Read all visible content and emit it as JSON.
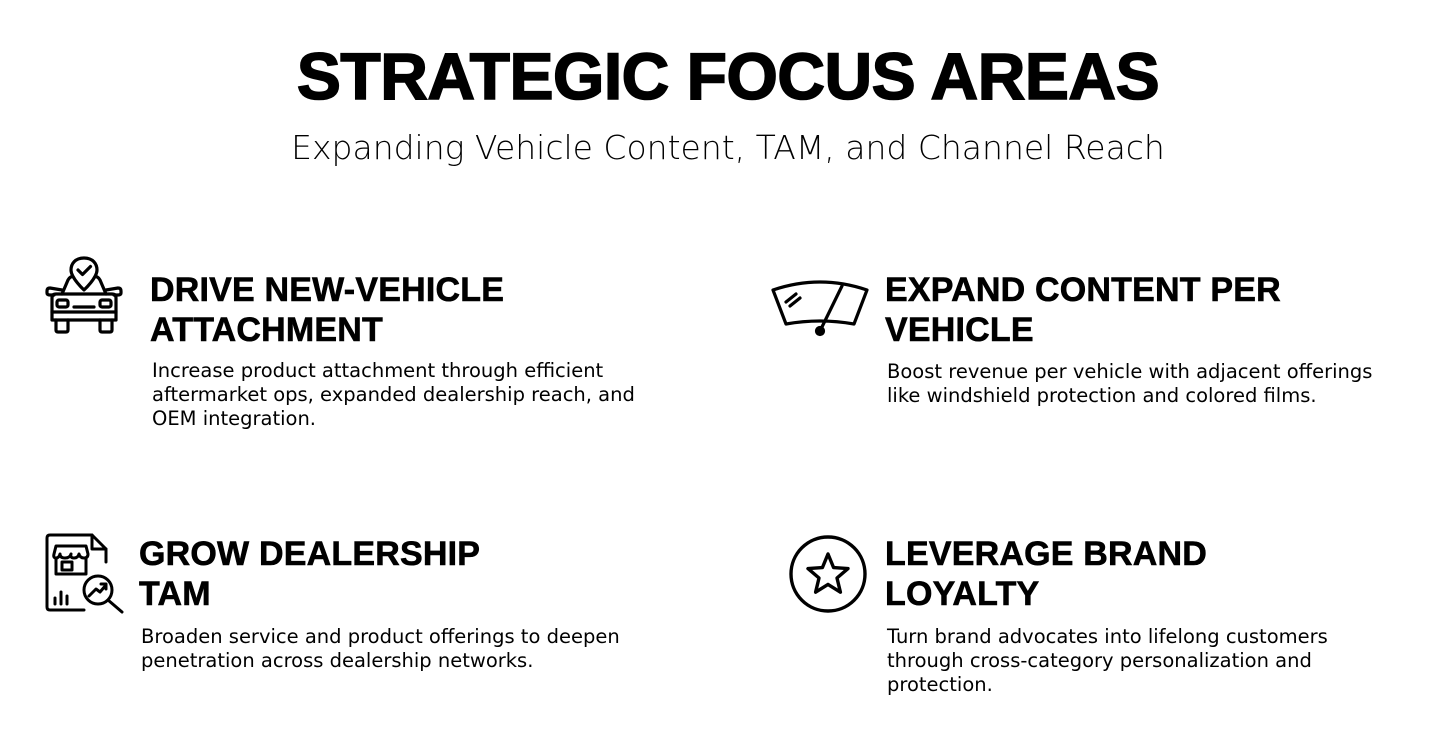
{
  "header": {
    "title": "STRATEGIC FOCUS AREAS",
    "subtitle": "Expanding Vehicle Content, TAM, and Channel Reach"
  },
  "cards": [
    {
      "icon": "car-checkmark-icon",
      "heading_lines": [
        "DRIVE NEW-VEHICLE",
        "ATTACHMENT"
      ],
      "desc_lines": [
        "Increase product attachment through efficient",
        "aftermarket ops, expanded dealership reach, and",
        "OEM integration."
      ]
    },
    {
      "icon": "windshield-wiper-icon",
      "heading_lines": [
        "EXPAND CONTENT PER",
        "VEHICLE"
      ],
      "desc_lines": [
        "Boost revenue per vehicle with adjacent offerings",
        "like windshield protection and colored films."
      ]
    },
    {
      "icon": "dealership-growth-analysis-icon",
      "heading_lines": [
        "GROW DEALERSHIP",
        "TAM"
      ],
      "desc_lines": [
        "Broaden service and product offerings to deepen",
        "penetration across dealership networks."
      ]
    },
    {
      "icon": "star-circle-icon",
      "heading_lines": [
        "LEVERAGE BRAND",
        "LOYALTY"
      ],
      "desc_lines": [
        "Turn brand advocates into lifelong customers",
        "through cross-category personalization and",
        "protection."
      ]
    }
  ]
}
